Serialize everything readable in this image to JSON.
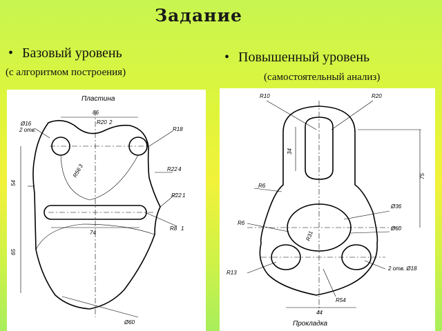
{
  "title": "Задание",
  "left": {
    "bullet": "Базовый уровень",
    "subtitle": "(с алгоритмом построения)",
    "drawing": {
      "caption": "Пластина",
      "dims": [
        "66",
        "R20",
        "2",
        "Ø16",
        "2 отв.",
        "R18",
        "R56",
        "3",
        "R22",
        "4",
        "R22",
        "1",
        "54",
        "74",
        "R8",
        "1",
        "65",
        "Ø60"
      ]
    }
  },
  "right": {
    "bullet": "Повышенный уровень",
    "subtitle": "(самостоятельный анализ)",
    "drawing": {
      "caption": "Прокладка",
      "dims": [
        "R10",
        "R20",
        "34",
        "75",
        "R6",
        "Ø36",
        "Ø60",
        "R6",
        "R31",
        "R13",
        "2 отв. Ø18",
        "R54",
        "44"
      ]
    }
  }
}
